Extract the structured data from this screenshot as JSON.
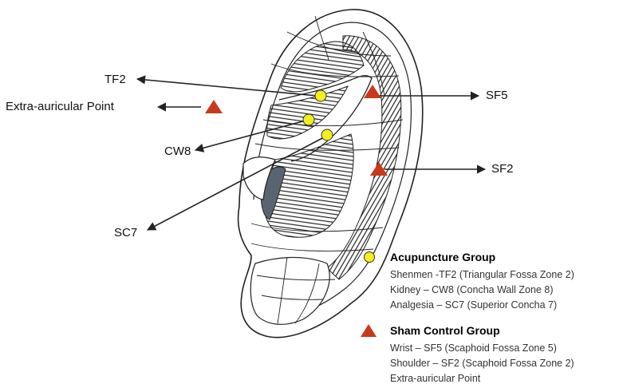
{
  "point_labels": {
    "tf2": "TF2",
    "extra": "Extra-auricular Point",
    "cw8": "CW8",
    "sc7": "SC7",
    "sf5": "SF5",
    "sf2": "SF2"
  },
  "legend": {
    "acupuncture": {
      "title": "Acupuncture Group",
      "symbol": "yellow-circle-icon",
      "lines": [
        "Shenmen -TF2 (Triangular Fossa Zone 2)",
        "Kidney  – CW8 (Concha Wall Zone 8)",
        "Analgesia  – SC7 (Superior Concha 7)"
      ]
    },
    "sham": {
      "title": "Sham Control Group",
      "symbol": "red-triangle-icon",
      "lines": [
        "Wrist  – SF5 (Scaphoid Fossa Zone 5)",
        "Shoulder  – SF2 (Scaphoid Fossa Zone 2)",
        "Extra-auricular Point"
      ]
    }
  },
  "colors": {
    "circle_fill": "#f3ef1c",
    "triangle_fill": "#c8391b",
    "line": "#222222"
  }
}
